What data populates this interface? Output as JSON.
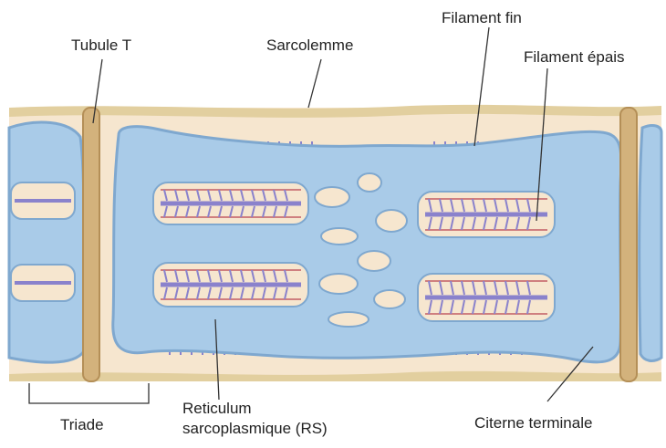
{
  "labels": {
    "tubule_t": "Tubule T",
    "sarcolemme": "Sarcolemme",
    "filament_fin": "Filament fin",
    "filament_epais": "Filament épais",
    "triade": "Triade",
    "reticulum_line1": "Reticulum",
    "reticulum_line2": "sarcoplasmique (RS)",
    "citerne_terminale": "Citerne terminale"
  },
  "colors": {
    "cytoplasm": "#f6e6cf",
    "sarcolemma": "#e2cf9f",
    "tubule_t": "#d3b27c",
    "reticulum": "#a9cbe8",
    "reticulum_edge": "#7fa8cf",
    "thick_filament": "#8a82cc",
    "thin_filament": "#cf7f7f"
  }
}
